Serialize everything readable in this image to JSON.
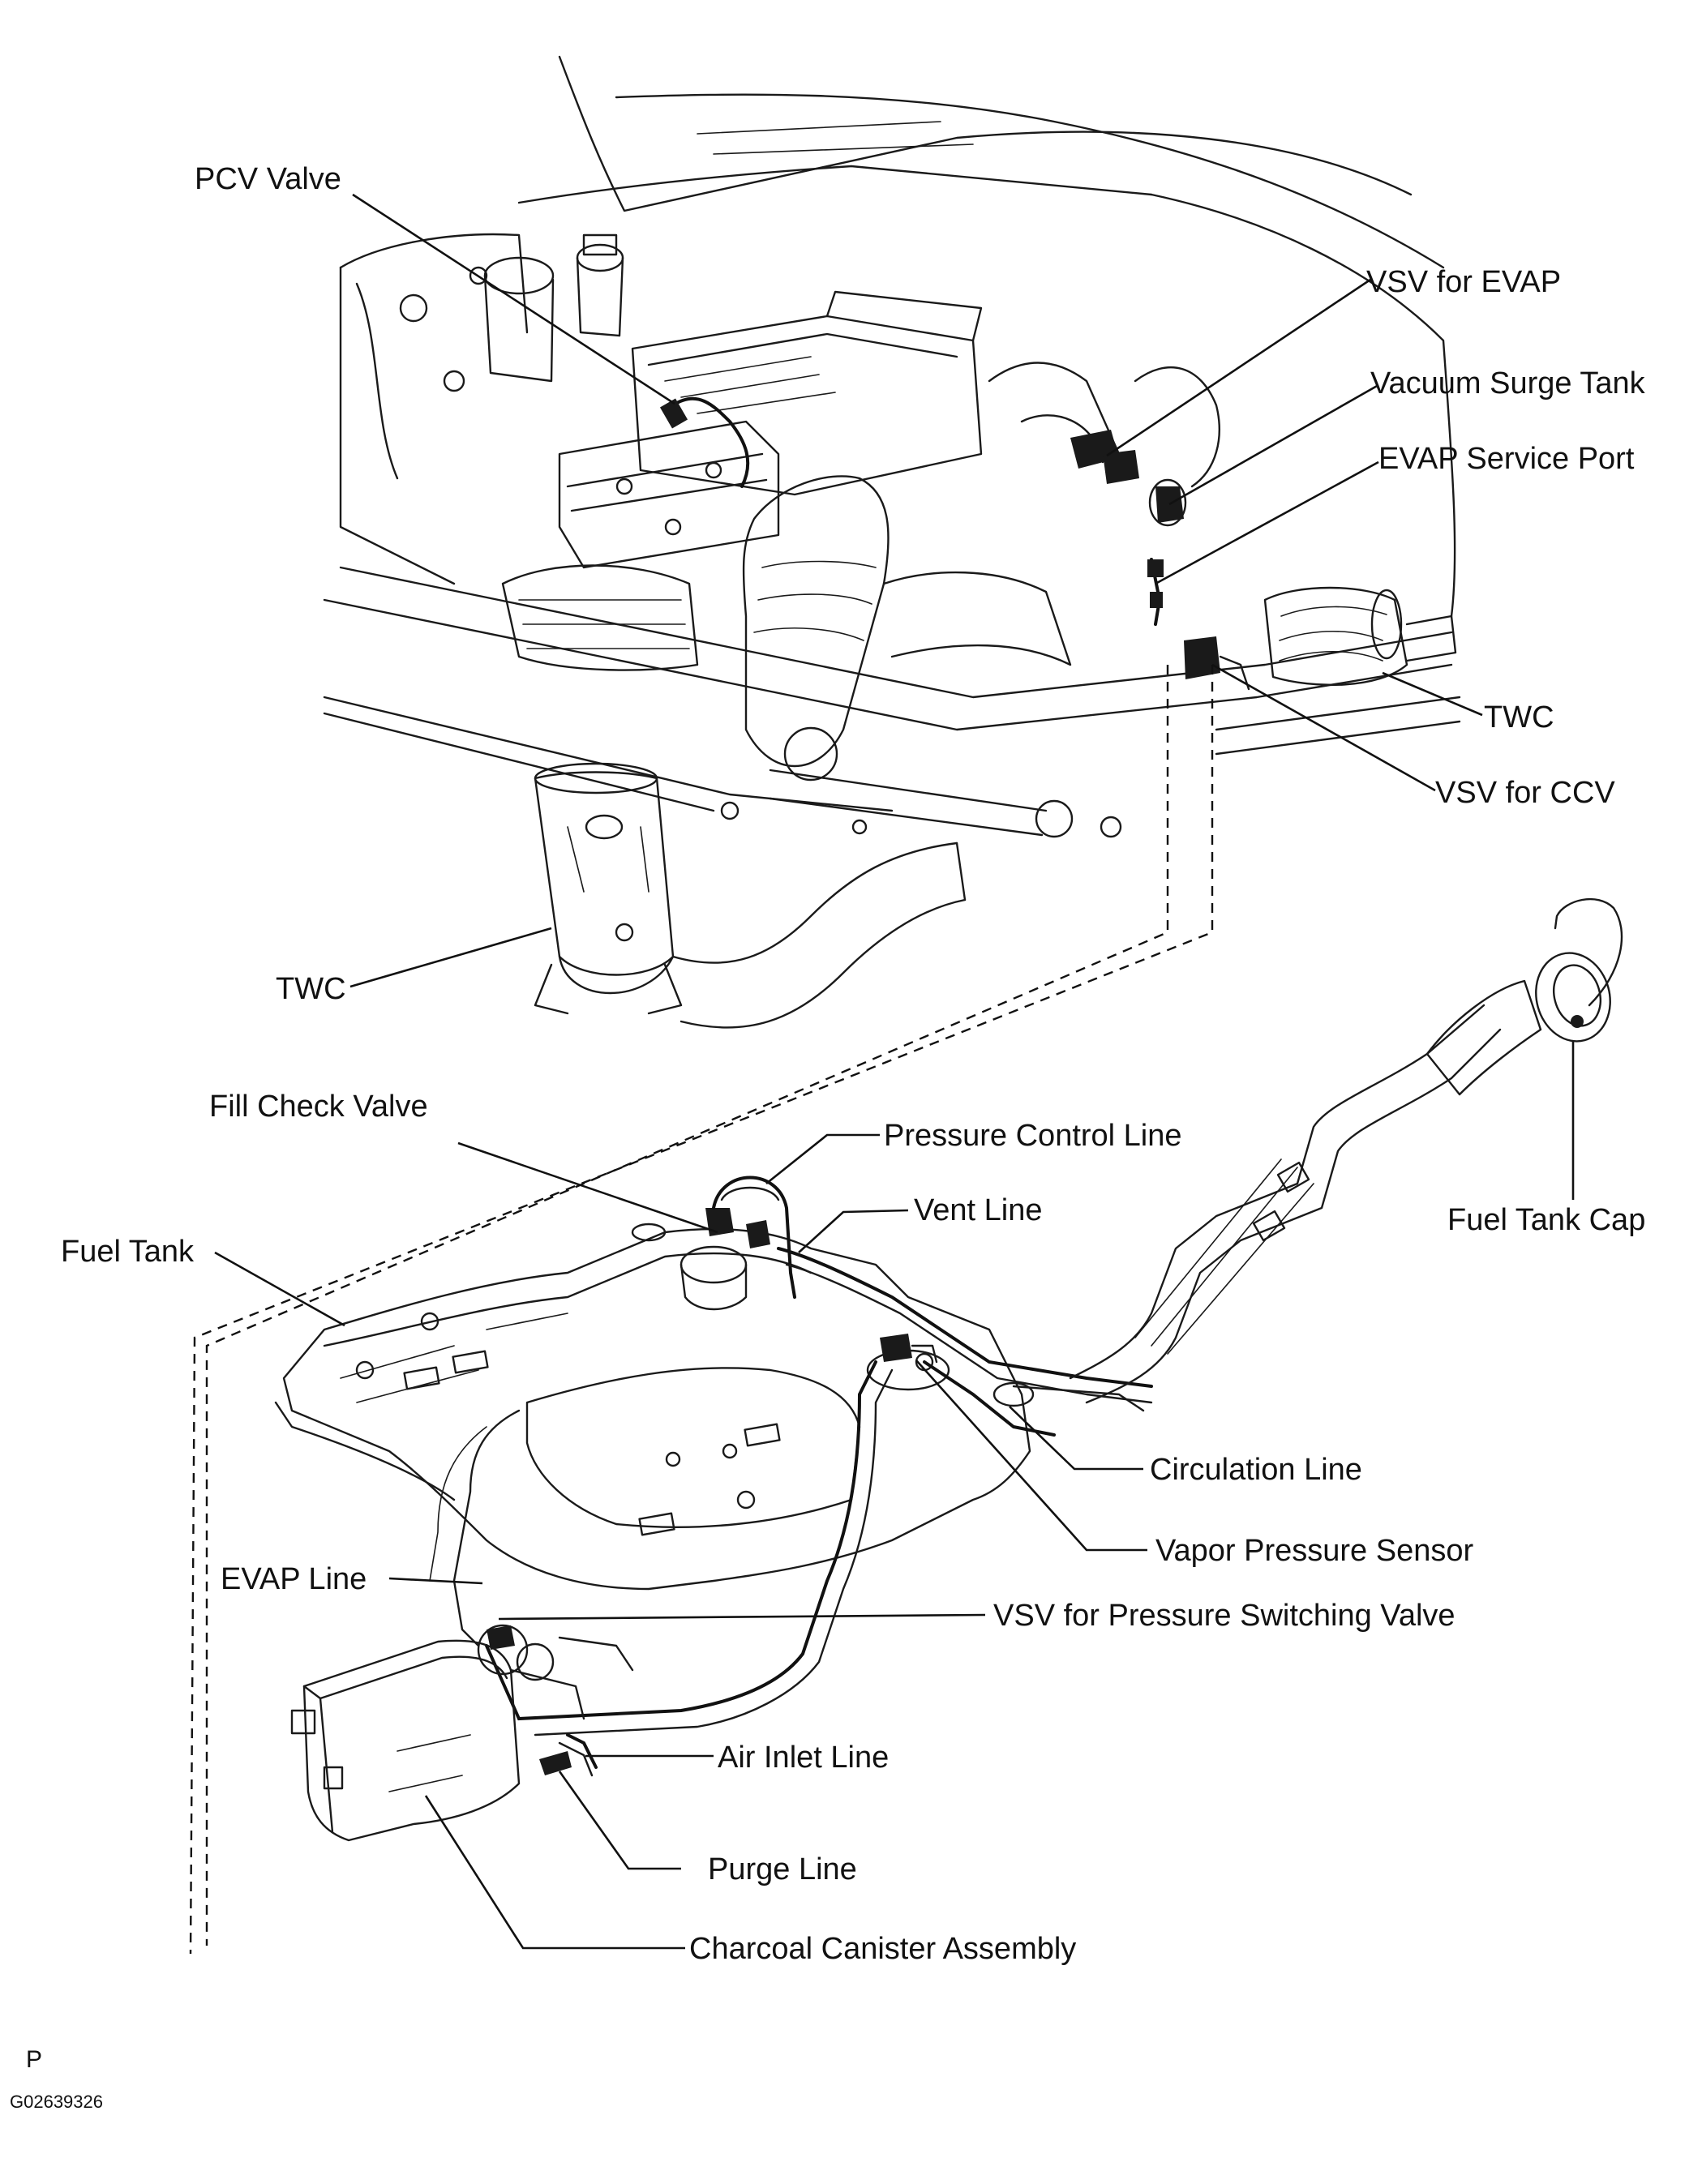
{
  "labels": {
    "pcv_valve": "PCV Valve",
    "vsv_evap": "VSV for EVAP",
    "vacuum_surge_tank": "Vacuum Surge Tank",
    "evap_service_port": "EVAP Service Port",
    "twc_right": "TWC",
    "vsv_ccv": "VSV for CCV",
    "twc_left": "TWC",
    "fill_check_valve": "Fill Check Valve",
    "pressure_control_line": "Pressure Control Line",
    "vent_line": "Vent Line",
    "fuel_tank_cap": "Fuel Tank Cap",
    "fuel_tank": "Fuel Tank",
    "circulation_line": "Circulation Line",
    "vapor_pressure_sensor": "Vapor Pressure Sensor",
    "evap_line": "EVAP Line",
    "vsv_pressure_switching": "VSV for Pressure Switching Valve",
    "air_inlet_line": "Air Inlet Line",
    "purge_line": "Purge Line",
    "charcoal_canister": "Charcoal Canister Assembly"
  },
  "footer": {
    "code_letter": "P",
    "figure_id": "G02639326"
  }
}
